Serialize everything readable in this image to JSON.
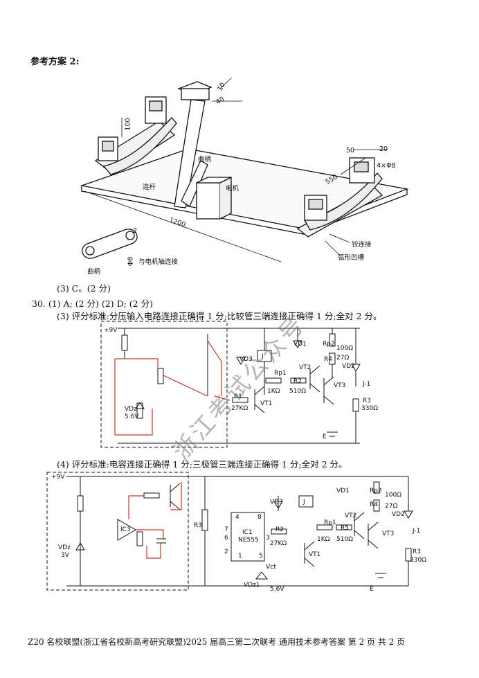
{
  "heading": "参考方案 2:",
  "drawing": {
    "dim_10": "10",
    "dim_40": "40",
    "dim_100": "100",
    "dim_50": "50",
    "dim_20": "20",
    "dim_550": "550",
    "dim_1200": "1200",
    "dim_hole": "4×Φ8",
    "dim_phi8": "Φ8",
    "dim_2": "2",
    "crank": "曲柄",
    "link": "连杆",
    "motor": "电机",
    "hinge": "铰连接",
    "groove": "弧形凹槽",
    "crank_detail": "曲柄",
    "shaft_conn": "与电机轴连接"
  },
  "answer_29_3": "(3) C。(2 分)",
  "answer_30_line1": "30.  (1) A;  (2 分)       (2) D;  (2 分)",
  "answer_30_3": "(3) 评分标准:分压输入电路连接正确得 1 分;比较管三端连接正确得 1 分;全对 2 分。",
  "answer_30_4": "(4) 评分标准:电容连接正确得 1 分;三极管三端连接正确得 1 分;全对 2 分。",
  "circuit1": {
    "vcc": "+9V",
    "vd_z": "VDz",
    "vd_z_val": "5.6V",
    "vd3": "VD3",
    "j": "J",
    "vd1": "VD1",
    "rp2": "Rp2",
    "r100": "100Ω",
    "r4": "R4",
    "r27": "27Ω",
    "vd2": "VD2",
    "vt2": "VT2",
    "rp1": "Rp1",
    "rp1_val": "1KΩ",
    "r2": "R2",
    "r2_val": "510Ω",
    "vt3": "VT3",
    "j1": "J-1",
    "r1": "R1",
    "r1_val": "27KΩ",
    "vt1": "VT1",
    "r3": "R3",
    "r3_val": "330Ω",
    "e": "E"
  },
  "circuit2": {
    "vcc": "+9V",
    "vd_z": "VDz",
    "vd_z_val": "3V",
    "ic3": "IC3",
    "r3": "R3",
    "ic1": "IC1",
    "ne555": "NE555",
    "pin4": "4",
    "pin8": "8",
    "pin7": "7",
    "pin6": "6",
    "pin2": "2",
    "pin1": "1",
    "pin5": "5",
    "pin3": "3",
    "vct": "Vct",
    "vd_z1": "VDz1",
    "vd_z1_val": "5.6V",
    "r2": "R2",
    "r2_val": "27KΩ",
    "vd3": "VD3",
    "j": "J",
    "vt1": "VT1",
    "vd1": "VD1",
    "rp2": "Rp2",
    "r100": "100Ω",
    "r4": "R4",
    "r27": "27Ω",
    "vt2": "VT2",
    "rp1": "Rp1",
    "rp1_val": "1KΩ",
    "r5": "R5",
    "r5_val": "510Ω",
    "vt3": "VT3",
    "vd2": "VD2",
    "j1": "J-1",
    "r_last": "R3",
    "r_last_val": "330Ω",
    "e": "E"
  },
  "footer": "Z20 名校联盟(浙江省名校新高考研究联盟)2025 届高三第二次联考  通用技术参考答案   第 2 页  共 2 页",
  "watermark": "浙江考试公众号"
}
